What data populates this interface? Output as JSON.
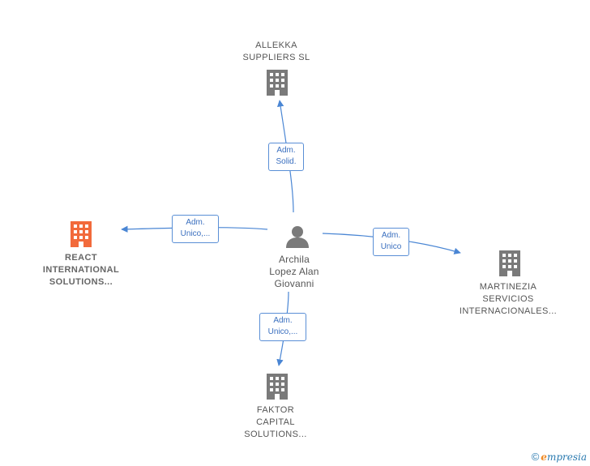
{
  "nodes": {
    "allekka": {
      "label": "ALLEKKA\nSUPPLIERS  SL",
      "type": "company"
    },
    "react": {
      "label": "REACT\nINTERNATIONAL\nSOLUTIONS...",
      "type": "company",
      "highlighted": true
    },
    "martinezia": {
      "label": "MARTINEZIA\nSERVICIOS\nINTERNACIONALES...",
      "type": "company"
    },
    "faktor": {
      "label": "FAKTOR\nCAPITAL\nSOLUTIONS...",
      "type": "company"
    },
    "person": {
      "label": "Archila\nLopez Alan\nGiovanni",
      "type": "person"
    }
  },
  "edges": {
    "to_allekka": "Adm.\nSolid.",
    "to_react": "Adm.\nUnico,...",
    "to_martinezia": "Adm.\nUnico",
    "to_faktor": "Adm.\nUnico,..."
  },
  "colors": {
    "edge": "#4a86d4",
    "building": "#7a7a7a",
    "building_highlight": "#f26a3b",
    "person": "#7a7a7a"
  },
  "icons": {
    "company": "building-icon",
    "person": "person-icon"
  },
  "footer": {
    "copyright": "©",
    "brand_first": "e",
    "brand_rest": "mpresia"
  }
}
